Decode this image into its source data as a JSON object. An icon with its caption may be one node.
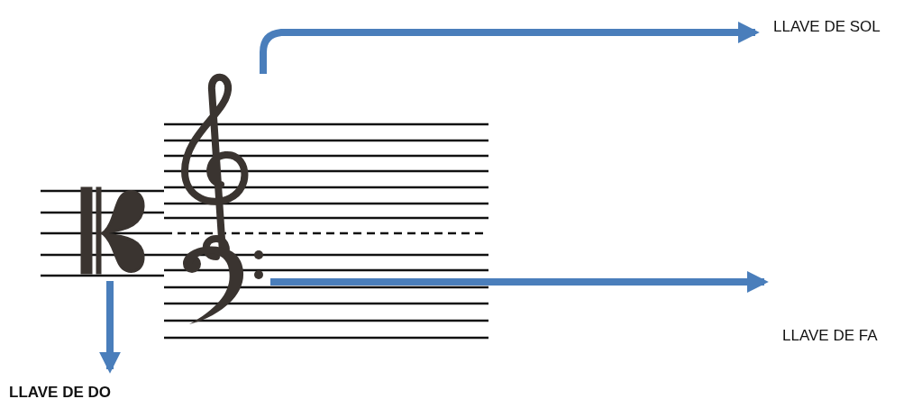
{
  "diagram": {
    "nodes": [
      {
        "text": [],
        "shape": "picture"
      },
      {
        "text": [],
        "shape": "picture"
      },
      {
        "text": [],
        "shape": "picture"
      },
      {
        "text": [
          "LLAVE DE SOL"
        ]
      },
      {
        "text": [
          "LLAVE DE FA"
        ]
      },
      {
        "text": [
          "LLAVE DE DO"
        ]
      }
    ],
    "edges": [
      {
        "from": 1,
        "to": 3,
        "arrow": "to"
      },
      {
        "from": 2,
        "to": 4,
        "arrow": "to"
      },
      {
        "from": 0,
        "to": 5,
        "arrow": "to"
      }
    ]
  }
}
